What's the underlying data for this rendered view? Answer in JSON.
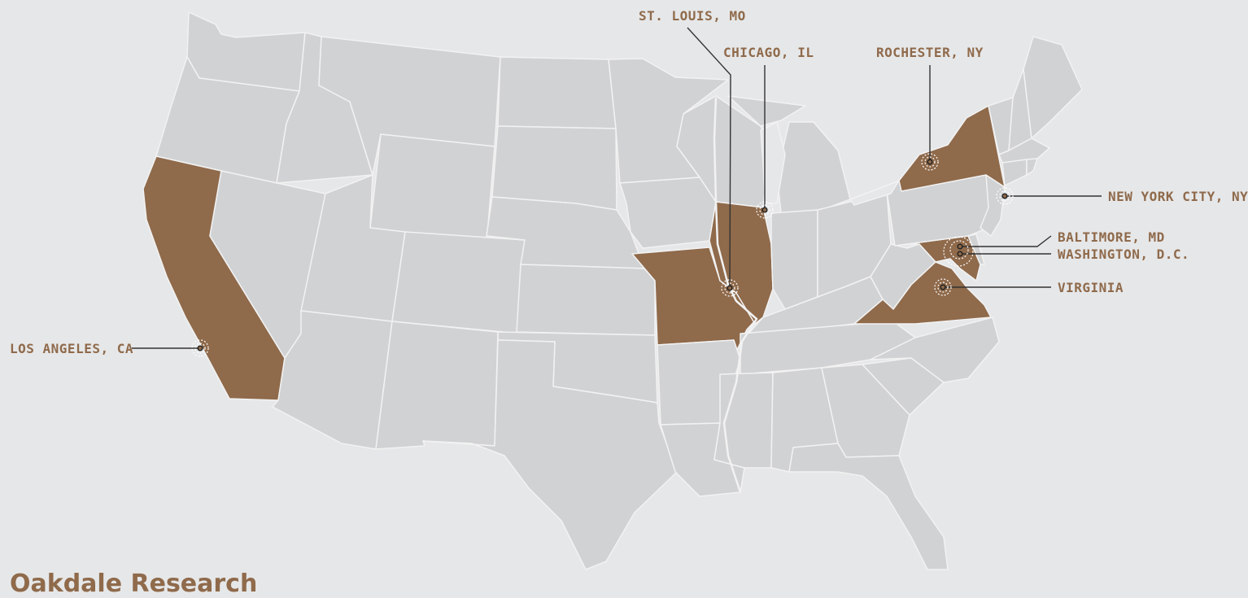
{
  "colors": {
    "background": "#e6e7e8",
    "state_fill": "#d1d2d4",
    "highlight_fill": "#8f6a4b",
    "border": "#f2f2f2",
    "label": "#8f6a4b",
    "leader": "#333333"
  },
  "highlighted_states": [
    "California",
    "Missouri",
    "Illinois",
    "New York",
    "Virginia",
    "Maryland"
  ],
  "locations": {
    "los_angeles": "LOS ANGELES, CA",
    "st_louis": "ST. LOUIS, MO",
    "chicago": "CHICAGO, IL",
    "rochester": "ROCHESTER, NY",
    "new_york_city": "NEW YORK CITY, NY",
    "baltimore": "BALTIMORE, MD",
    "washington": "WASHINGTON, D.C.",
    "virginia": "VIRGINIA"
  },
  "heading": "Oakdale Research"
}
